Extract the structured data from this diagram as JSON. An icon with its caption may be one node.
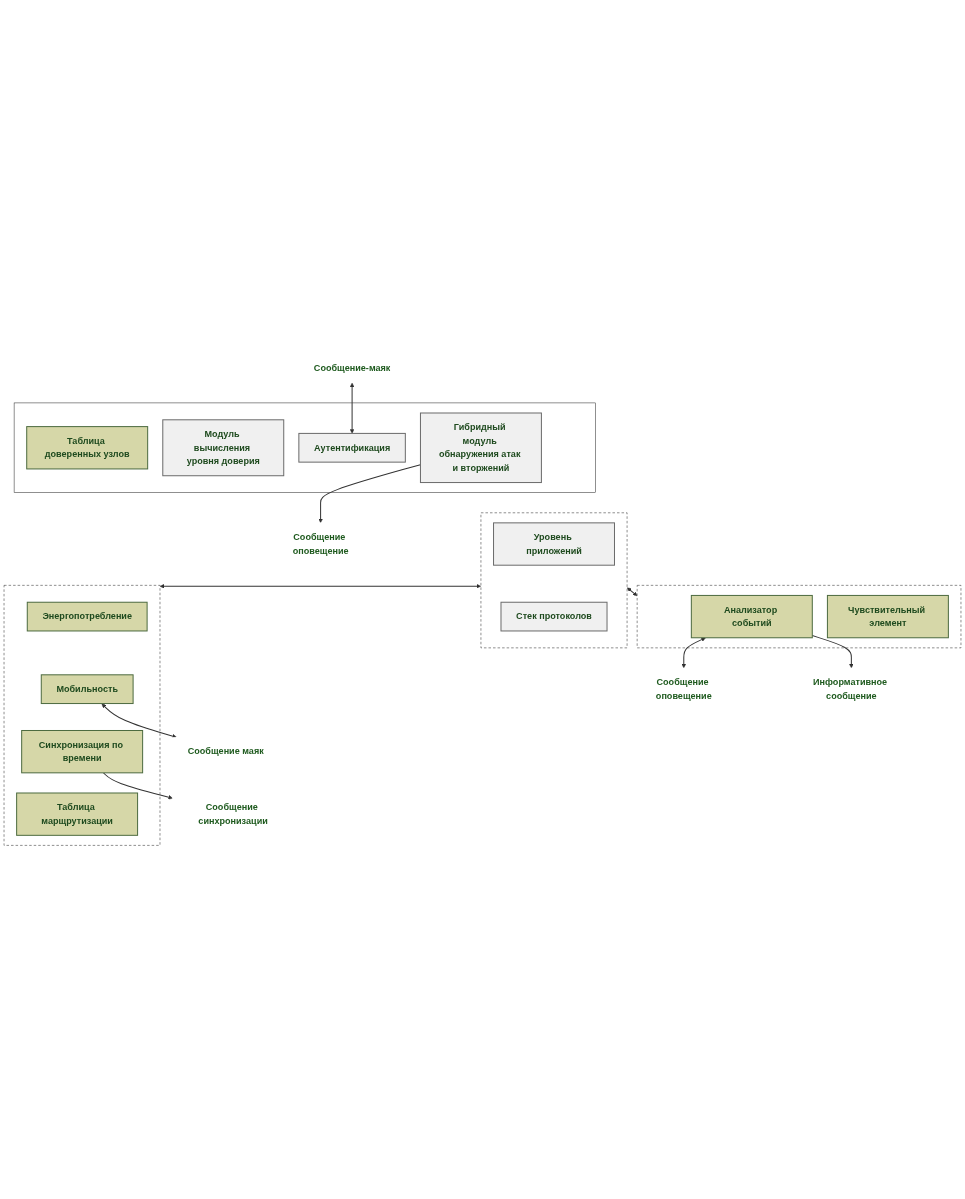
{
  "diagram": {
    "nodes": [
      {
        "text": [],
        "shape": "box"
      },
      {
        "text": [
          "Гибридный модуль обнаружения атак и вторжений"
        ],
        "in": 0
      },
      {
        "text": [
          "Модуль вычисления уровня доверия"
        ],
        "in": 0
      },
      {
        "text": [
          "Аутентификация"
        ],
        "in": 0
      },
      {
        "text": [
          "Таблица доверенных узлов"
        ],
        "in": 0
      },
      {
        "text": [],
        "shape": "box"
      },
      {
        "text": [
          "Уровень приложений"
        ],
        "in": 5
      },
      {
        "text": [
          "Стек протоколов"
        ],
        "in": 5
      },
      {
        "text": [],
        "shape": "box"
      },
      {
        "text": [
          "Энергопотребление"
        ],
        "in": 8
      },
      {
        "text": [
          "Мобильность"
        ],
        "in": 8
      },
      {
        "text": [
          "Синхронизация по времени"
        ],
        "in": 8
      },
      {
        "text": [
          "Таблица марщрутизации"
        ],
        "in": 8
      },
      {
        "text": [],
        "shape": "box"
      },
      {
        "text": [
          "Анализатор событий"
        ],
        "in": 13
      },
      {
        "text": [
          "Чувствительный элемент"
        ],
        "in": 13
      },
      {
        "text": [
          "Сообщение оповещение"
        ]
      },
      {
        "text": [
          "Сообщение-маяк"
        ]
      },
      {
        "text": [
          "Сообщение маяк"
        ]
      },
      {
        "text": [
          "Сообщение синхронизации"
        ]
      },
      {
        "text": [
          "Сообщение оповещение"
        ]
      },
      {
        "text": [
          "Информативное сообщение"
        ]
      }
    ],
    "edges": [
      {
        "from": 1,
        "to": 16,
        "arrow": "to"
      },
      {
        "from": 17,
        "to": 3,
        "arrow": "both"
      },
      {
        "from": 5,
        "to": 8,
        "arrow": "both"
      },
      {
        "from": 5,
        "to": 13,
        "arrow": "both"
      },
      {
        "from": 10,
        "to": 18,
        "arrow": "both"
      },
      {
        "from": 11,
        "to": 19,
        "arrow": "to"
      },
      {
        "from": 14,
        "to": 20,
        "arrow": "both"
      },
      {
        "from": 14,
        "to": 21,
        "arrow": "to"
      }
    ]
  }
}
